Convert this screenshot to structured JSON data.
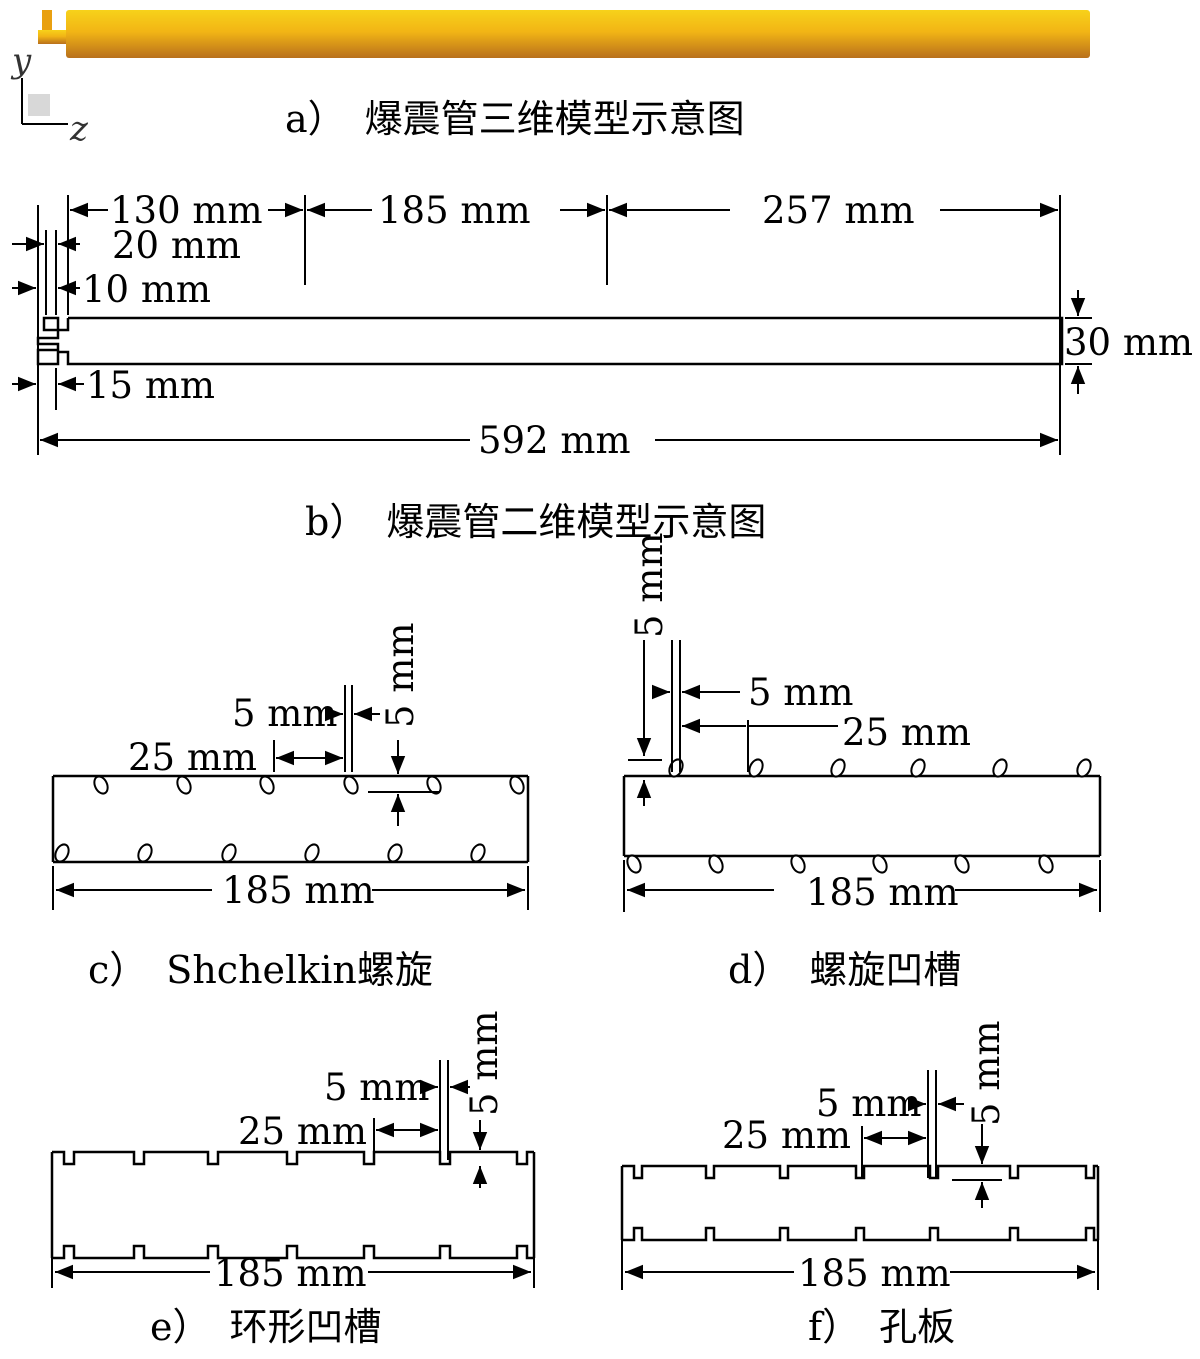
{
  "colors": {
    "tube_light": "#F2C511",
    "tube_dark": "#C77A1A",
    "ink": "#000000"
  },
  "panel_a": {
    "caption": "a）　爆震管三维模型示意图",
    "axis_y": "y",
    "axis_z": "z"
  },
  "panel_b": {
    "caption": "b）　爆震管二维模型示意图",
    "dim_130": "130 mm",
    "dim_185": "185 mm",
    "dim_257": "257 mm",
    "dim_20": "20 mm",
    "dim_10": "10 mm",
    "dim_15": "15 mm",
    "dim_30": "30 mm",
    "dim_592": "592 mm"
  },
  "panel_c": {
    "caption": "c）　Shchelkin螺旋",
    "dim_w": "5 mm",
    "dim_h": "5 mm",
    "dim_gap": "25 mm",
    "dim_len": "185 mm"
  },
  "panel_d": {
    "caption": "d）　螺旋凹槽",
    "dim_h": "5 mm",
    "dim_w": "5 mm",
    "dim_gap": "25 mm",
    "dim_len": "185 mm"
  },
  "panel_e": {
    "caption": "e）　环形凹槽",
    "dim_w": "5 mm",
    "dim_h": "5 mm",
    "dim_gap": "25 mm",
    "dim_len": "185 mm"
  },
  "panel_f": {
    "caption": "f）　孔板",
    "dim_w": "5 mm",
    "dim_h": "5 mm",
    "dim_gap": "25 mm",
    "dim_len": "185 mm"
  }
}
